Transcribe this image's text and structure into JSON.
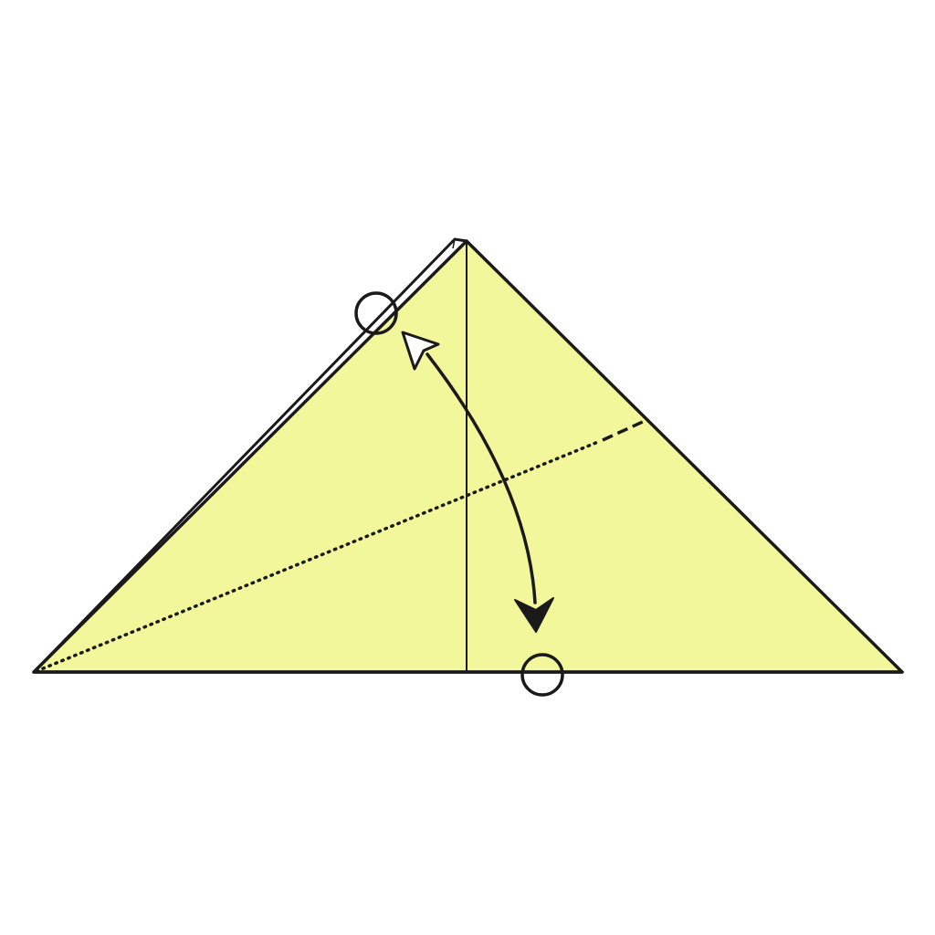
{
  "diagram": {
    "kind": "origami-fold-step",
    "paper_color": "#f3f79b",
    "line_color": "#1a1a1a",
    "back_layer_color": "#ffffff",
    "fold_line_style": "valley-dotted",
    "fold_arrow": "fold-and-unfold",
    "reference_markers": [
      "circle",
      "circle"
    ],
    "background_color": "#ffffff"
  }
}
